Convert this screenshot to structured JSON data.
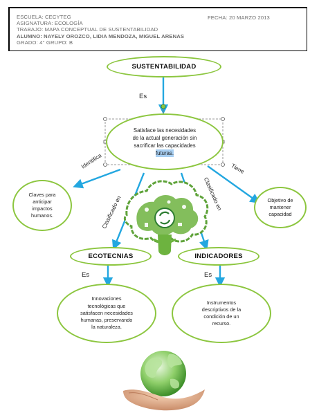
{
  "header": {
    "school": "ESCUELA: CECYTEG",
    "date": "FECHA: 20 MARZO 2013",
    "subject": "ASIGNATURA: ECOLOGÍA",
    "work": "TRABAJO: MAPA CONCEPTUAL DE SUSTENTABILIDAD",
    "student": "ALUMNO: NAYELY OROZCO, LIDIA MENDOZA, MIGUEL ARENAS",
    "grade": "GRADO: 4°   GRUPO: B"
  },
  "map": {
    "root": "SUSTENTABILIDAD",
    "root_link": "Es",
    "definition_lines": [
      "Satisface las necesidades",
      "de la actual generación sin",
      "sacrificar las capacidades",
      "futuras."
    ],
    "links": {
      "identifica": "Identifica",
      "tiene": "Tiene",
      "clasificado_left": "Clasificado en",
      "clasificado_right": "Clasificado en"
    },
    "claves_lines": [
      "Claves para",
      "anticipar",
      "impactos",
      "humanos."
    ],
    "objetivo_lines": [
      "Objetivo de",
      "mantener",
      "capacidad"
    ],
    "ecotecnias": "ECOTECNIAS",
    "ecotecnias_link": "Es",
    "ecotecnias_desc_lines": [
      "Innovaciones",
      "tecnológicas que",
      "satisfacen necesidades",
      "humanas, preservando",
      "la naturaleza."
    ],
    "indicadores": "INDICADORES",
    "indicadores_link": "Es",
    "indicadores_desc_lines": [
      "Instrumentos",
      "descriptivos de la",
      "condición de un",
      "recurso."
    ]
  },
  "colors": {
    "node_border": "#8cc63f",
    "arrow": "#23a7e0",
    "eco_green": "#5fa33a"
  }
}
